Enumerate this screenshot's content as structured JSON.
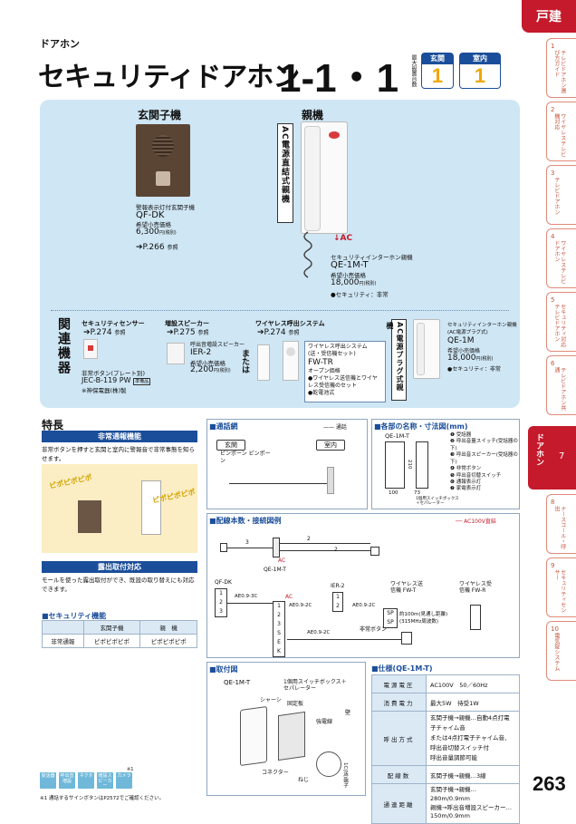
{
  "header": {
    "category": "ドアホン",
    "title": "セキュリティドアホン",
    "config": "1-1・1",
    "max_label": "最大設置台数",
    "genkan_label": "玄関",
    "genkan_count": "1",
    "shitsunai_label": "室内",
    "shitsunai_count": "1",
    "corner_tag": "戸建",
    "page_number": "263"
  },
  "tabs": [
    {
      "num": "1",
      "label": "テレビドアホン選び方ガイド"
    },
    {
      "num": "2",
      "label": "ワイヤレステレビ機対応"
    },
    {
      "num": "3",
      "label": "テレビドアホン"
    },
    {
      "num": "4",
      "label": "ワイヤレステレビドアホン"
    },
    {
      "num": "5",
      "label": "セキュリティ対応テレビドアホン"
    },
    {
      "num": "6",
      "label": "テレビドアホン共通"
    },
    {
      "num": "7",
      "label": "ドアホン"
    },
    {
      "num": "8",
      "label": "ナースコール・呼出"
    },
    {
      "num": "9",
      "label": "セキュリティセンサー"
    },
    {
      "num": "10",
      "label": "電気錠システム"
    }
  ],
  "main_products": {
    "entrance_title": "玄関子機",
    "entrance_desc": "警報表示灯付玄関子機",
    "entrance_model": "QF-DK",
    "entrance_price_label": "希望小売価格",
    "entrance_price": "6,300",
    "entrance_price_unit": "円(税別)",
    "entrance_ref": "P.266",
    "entrance_ref_suffix": "参照",
    "master_title": "親機",
    "master_type": "AC電源直結式親機",
    "master_ac": "AC",
    "master_desc": "セキュリティインターホン親機",
    "master_model": "QE-1M-T",
    "master_price_label": "希望小売価格",
    "master_price": "18,000",
    "master_price_unit": "円(税別)",
    "master_note": "●セキュリティ：非常"
  },
  "related": {
    "title": "関連機器",
    "sensor_title": "セキュリティセンサー",
    "sensor_ref": "P.274",
    "ref_suffix": "参照",
    "speaker_title": "増設スピーカー",
    "speaker_ref": "P.275",
    "speaker_desc": "呼出音増設スピーカー",
    "speaker_model": "IER-2",
    "speaker_price_label": "希望小売価格",
    "speaker_price": "2,200",
    "speaker_price_unit": "円(税別)",
    "wireless_title": "ワイヤレス呼出システム",
    "wireless_ref": "P.274",
    "or_label": "または",
    "wireless_box_title": "ワイヤレス呼出システム",
    "wireless_box_sub": "(送・受信機セット)",
    "wireless_model": "FW-TR",
    "wireless_price_label": "オープン価格",
    "wireless_note1": "●ワイヤレス送信機とワイヤレス受信機のセット",
    "wireless_note2": "●乾電池式",
    "emergency_btn": "非常ボタン(プレート別)",
    "emergency_model": "JEC-B-119 PW",
    "emergency_tag": "準備品",
    "emergency_maker": "※神保電器(株)製",
    "plug_type": "AC電源プラグ式親機",
    "plug_desc": "セキュリティインターホン親機",
    "plug_desc2": "(AC電源プラグ式)",
    "plug_model": "QE-1M",
    "plug_price_label": "希望小売価格",
    "plug_price": "18,000",
    "plug_price_unit": "円(税別)",
    "plug_note": "●セキュリティ：非常"
  },
  "features": {
    "title": "特長",
    "f1_title": "非常通報機能",
    "f1_text": "非常ボタンを押すと玄関と室内に警報音で非常事態を知らせます。",
    "pi1": "ピポピポピポ",
    "pi2": "ピポピポピポ",
    "f2_title": "露出取付対応",
    "f2_text": "モールを使った露出取付ができ、既設の取り替えにも対応できます。",
    "sec_title": "■セキュリティ機能",
    "sec_cols": [
      "",
      "玄関子機",
      "親　機"
    ],
    "sec_rows": [
      [
        "非常通報",
        "ピポピポピポ",
        "ピポピポピポ"
      ]
    ]
  },
  "call_diagram": {
    "title": "■通話網",
    "legend": "通話",
    "genkan": "玄関",
    "shitsunai": "室内",
    "pinpon": "ピンポーン ピンポーン"
  },
  "parts": {
    "title": "■各部の名称・寸法図(mm)",
    "model": "QE-1M-T",
    "dims": [
      "210",
      "73",
      "100"
    ],
    "switch_box": "1個用スイッチボックス＋セパレーター",
    "items": [
      "受話器",
      "呼出音量スイッチ(受話器の下)",
      "呼出音スピーカー(受話器の下)",
      "非常ボタン",
      "呼出音切替スイッチ",
      "通報表示灯",
      "家電表示灯"
    ]
  },
  "wiring": {
    "title": "■配線本数・接続図例",
    "legend": "AC100V直結",
    "n3": "3",
    "n2a": "2",
    "n2b": "2",
    "ac": "AC",
    "master": "QE-1M-T",
    "qfdk": "QF-DK",
    "ier": "IER-2",
    "ac2": "AC",
    "ae1": "AE0.9-3C",
    "ae2": "AE0.9-2C",
    "ae3": "AE0.9-2C",
    "ae4": "AE0.9-2C",
    "wl_tx": "ワイヤレス送信機 FW-T",
    "wl_rx": "ワイヤレス受信機 FW-R",
    "wl_dist": "約100m(見通し距離)",
    "wl_freq": "(315MHz周波数)",
    "emergency": "非常ボタン",
    "t1": [
      "1",
      "2",
      "3"
    ],
    "t2": [
      "1",
      "2",
      "3",
      "S",
      "E",
      "K"
    ],
    "t3": [
      "1",
      "2"
    ],
    "t4": [
      "SP",
      "SP"
    ]
  },
  "mounting": {
    "title": "■取付図",
    "model": "QE-1M-T",
    "box": "1個用スイッチボックス＋セパレーター",
    "chassis": "シャーシ",
    "cover": "固定板",
    "wall": "壁",
    "connector": "コネクター",
    "strong": "強電線",
    "screw": "ねじ",
    "terminal": "1C(送)端子"
  },
  "spec": {
    "title": "■仕様(QE-1M-T)",
    "rows": [
      {
        "k": "電源電圧",
        "v": [
          "AC100V　50／60Hz"
        ]
      },
      {
        "k": "消費電力",
        "v": [
          "最大5W　待受1W"
        ]
      },
      {
        "k": "呼出方式",
        "v": [
          "玄関子機→親機…自動4点打電子チャイム音",
          "または4点打電子チャイム音、呼出音切替スイッチ付",
          "呼出音量調節可能"
        ]
      },
      {
        "k": "配線数",
        "v": [
          "玄関子機→親機…3線"
        ]
      },
      {
        "k": "通連距離",
        "v": [
          "玄関子機→親機…280m/0.9mm",
          "親機→呼出音増設スピーカー…150m/0.9mm"
        ]
      }
    ]
  },
  "footer": {
    "icons": [
      "受話器",
      "呼出音増設",
      "ネクタ",
      "増設スピーカー",
      "カメラ"
    ],
    "note_mark": "※1",
    "note": "※1 通話するサインボタンはP2572でご確認ください。"
  }
}
